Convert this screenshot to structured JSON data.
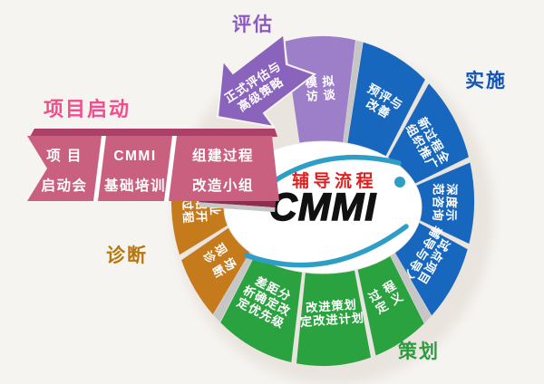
{
  "background": "#f6f4f1",
  "center_logo": {
    "tagline": "辅导流程",
    "brand": "CMMI",
    "tagline_color": "#e01f1f",
    "brand_color": "#111111",
    "swoosh_color": "#2e9ec6"
  },
  "group_labels": [
    {
      "id": "pinggu",
      "text": "评估",
      "color": "#8d59c0"
    },
    {
      "id": "shishi",
      "text": "实施",
      "color": "#1254b6"
    },
    {
      "id": "cehua",
      "text": "策划",
      "color": "#2e9b3f"
    },
    {
      "id": "zhenduan",
      "text": "诊断",
      "color": "#b8760d"
    },
    {
      "id": "qidong",
      "text": "项目启动",
      "color": "#f04f8b"
    }
  ],
  "ribbon": {
    "fill": "#c9607f",
    "top_edge": "#ab4168",
    "shadow_edge": "#8e2f52",
    "separator": "#ffffff",
    "segments": [
      {
        "lines": [
          "项 目",
          "启动会"
        ]
      },
      {
        "lines": [
          "CMMI",
          "基础培训"
        ]
      },
      {
        "lines": [
          "组建过程",
          "改造小组"
        ]
      }
    ]
  },
  "arrow": {
    "fill": "#8a63bd",
    "lines": [
      "正式评估与",
      "高级策略"
    ]
  },
  "ring": {
    "separator_color": "#c6c6c6",
    "group_colors": {
      "pinggu": "#9c7ec9",
      "shishi": "#1767bf",
      "cehua": "#2aa23f",
      "zhenduan": "#c57a1c"
    },
    "segments": [
      {
        "group": "pinggu",
        "lines": [
          "模 拟",
          "访 谈"
        ],
        "start": -104.5,
        "end": -77.5,
        "rot": -4
      },
      {
        "group": "shishi",
        "lines": [
          "预评与",
          "改善"
        ],
        "start": -74.5,
        "end": -47.5,
        "rot": 30
      },
      {
        "group": "shishi",
        "lines": [
          "新过程全",
          "组织推广"
        ],
        "start": -45.5,
        "end": -15.5,
        "rot": 60
      },
      {
        "group": "shishi",
        "lines": [
          "深度示",
          "范咨询"
        ],
        "start": -13.5,
        "end": 15,
        "rot": 91
      },
      {
        "group": "shishi",
        "lines": [
          "试点项目",
          "辅导与导入"
        ],
        "start": 17,
        "end": 44,
        "rot": 121
      },
      {
        "group": "cehua",
        "lines": [
          "过 程",
          "定 义"
        ],
        "start": 48,
        "end": 69.5,
        "rot": -31
      },
      {
        "group": "cehua",
        "lines": [
          "改进策划",
          "定改进计划"
        ],
        "start": 71.5,
        "end": 100,
        "rot": -4
      },
      {
        "group": "cehua",
        "lines": [
          "差距分",
          "析确定改",
          "定优先级"
        ],
        "start": 102,
        "end": 132.5,
        "rot": 27
      },
      {
        "group": "zhenduan",
        "lines": [
          "现 场",
          "诊 断"
        ],
        "start": 136.5,
        "end": 159,
        "rot": 58
      },
      {
        "group": "zhenduan",
        "lines": [
          "企业",
          "介绍开",
          "发过程"
        ],
        "start": 161,
        "end": 196,
        "rot": 87
      }
    ],
    "separators": [
      [
        -77.3,
        -74.7
      ],
      [
        44.2,
        47.8
      ],
      [
        132.8,
        136.3
      ]
    ]
  }
}
